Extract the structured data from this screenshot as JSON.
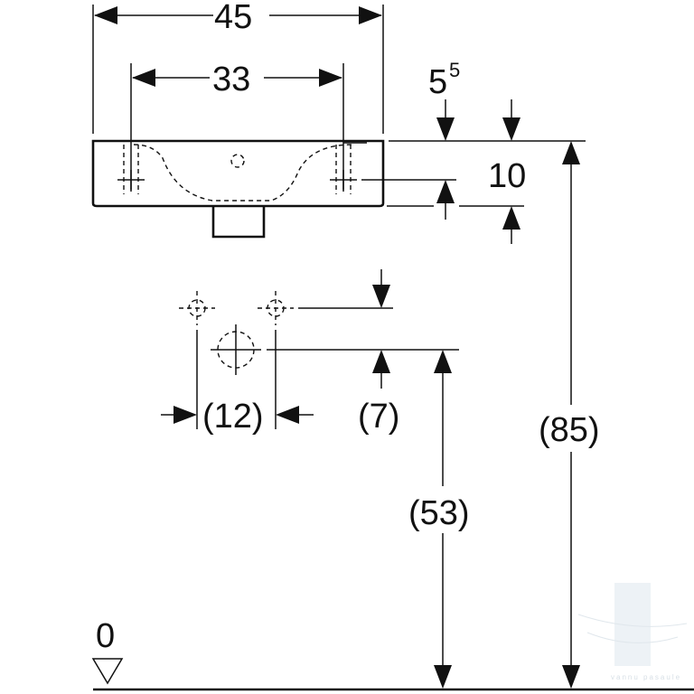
{
  "dimensions": {
    "overall_width": "45",
    "tap_hole_spacing": "33",
    "rim_offset_base": "5",
    "rim_offset_sup": "5",
    "rim_height": "10",
    "supply_spacing": "(12)",
    "supply_offset": "(7)",
    "drain_height": "(53)",
    "rim_total_height": "(85)",
    "floor_level": "0"
  },
  "watermark": {
    "text": "vannu pasaule",
    "color": "#b8c6d2"
  },
  "colors": {
    "line": "#111111",
    "background": "#ffffff"
  }
}
